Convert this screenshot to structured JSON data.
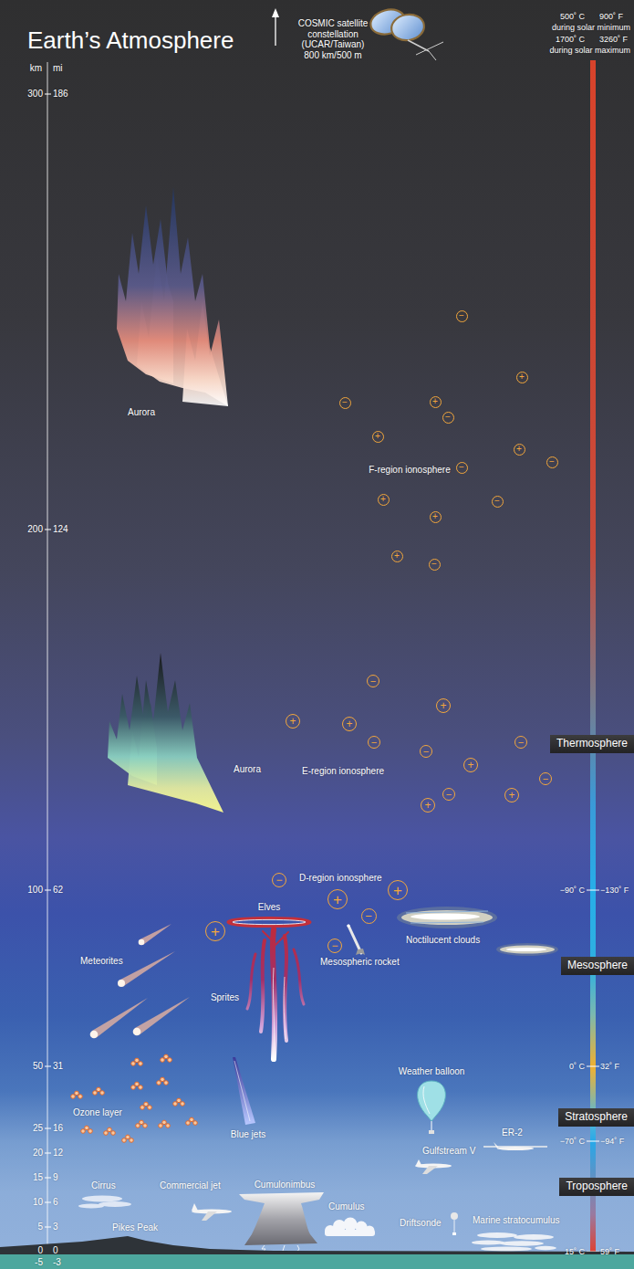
{
  "diagram": {
    "title": "Earth’s Atmosphere",
    "nodes": [
      {
        "text": [
          "−"
        ]
      },
      {
        "text": [
          "+"
        ]
      },
      {
        "text": [
          "−"
        ]
      },
      {
        "text": [
          "+"
        ]
      },
      {
        "text": [
          "−"
        ]
      },
      {
        "text": [
          "+"
        ]
      },
      {
        "text": [
          "+"
        ]
      },
      {
        "text": [
          "−"
        ]
      },
      {
        "text": [
          "−"
        ]
      },
      {
        "text": [
          "+"
        ]
      },
      {
        "text": [
          "−"
        ]
      },
      {
        "text": [
          "+"
        ]
      },
      {
        "text": [
          "+"
        ]
      },
      {
        "text": [
          "−"
        ]
      },
      {
        "text": [
          "−"
        ]
      },
      {
        "text": [
          "+"
        ]
      },
      {
        "text": [
          "+"
        ]
      },
      {
        "text": [
          "+"
        ]
      },
      {
        "text": [
          "−"
        ]
      },
      {
        "text": [
          "−"
        ]
      },
      {
        "text": [
          "−"
        ]
      },
      {
        "text": [
          "+"
        ]
      },
      {
        "text": [
          "−"
        ]
      },
      {
        "text": [
          "+"
        ]
      },
      {
        "text": [
          "−"
        ]
      },
      {
        "text": [
          "+"
        ]
      },
      {
        "text": [
          "Thermosphere"
        ]
      },
      {
        "text": [
          "−"
        ]
      },
      {
        "text": [
          "+"
        ]
      },
      {
        "text": [
          "+"
        ]
      },
      {
        "text": [
          "−"
        ]
      },
      {
        "text": [
          "+"
        ]
      },
      {
        "text": [
          "−"
        ]
      },
      {
        "text": [
          "Mesosphere"
        ]
      },
      {
        "text": [
          "Stratosphere"
        ]
      },
      {
        "text": [
          "Troposphere"
        ]
      }
    ],
    "labels": [
      "km",
      "mi",
      "300",
      "186",
      "200",
      "124",
      "100",
      "62",
      "50",
      "31",
      "25",
      "16",
      "20",
      "12",
      "15",
      "9",
      "10",
      "6",
      "5",
      "3",
      "0",
      "0",
      "-5",
      "-3",
      "COSMIC satellite constellation (UCAR/Taiwan) 800 km/500 m",
      "500˚ C",
      "900˚ F",
      "during solar minimum",
      "1700˚ C",
      "3260˚ F",
      "during solar maximum",
      "Aurora",
      "F-region ionosphere",
      "Aurora",
      "E-region ionosphere",
      "D-region ionosphere",
      "Elves",
      "Noctilucent clouds",
      "Meteorites",
      "Mesospheric rocket",
      "Sprites",
      "Weather balloon",
      "Ozone layer",
      "Blue jets",
      "ER-2",
      "Gulfstream V",
      "Cirrus",
      "Commercial jet",
      "Cumulonimbus",
      "Cumulus",
      "Driftsonde",
      "Marine stratocumulus",
      "Pikes Peak",
      "−90˚ C",
      "−130˚ F",
      "0˚ C",
      "32˚ F",
      "−70˚ C",
      "−94˚ F",
      "15˚ C",
      "59˚ F"
    ]
  }
}
